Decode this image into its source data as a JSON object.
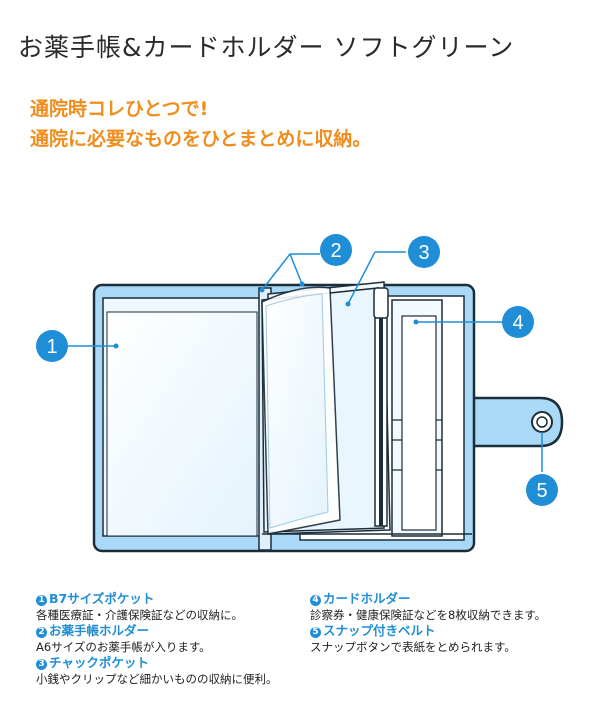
{
  "title": "お薬手帳&カードホルダー ソフトグリーン",
  "tagline": {
    "line1": "通院時コレひとつで!",
    "line2": "通院に必要なものをひとまとめに収納。"
  },
  "colors": {
    "accent_blue": "#1f8ed6",
    "cover_blue": "#a9d9f6",
    "orange": "#f18d1d"
  },
  "callouts": [
    "1",
    "2",
    "3",
    "4",
    "5"
  ],
  "legend": [
    {
      "num": "1",
      "title": "B7サイズポケット",
      "desc": "各種医療証・介護保険証などの収納に。"
    },
    {
      "num": "2",
      "title": "お薬手帳ホルダー",
      "desc": "A6サイズのお薬手帳が入ります。"
    },
    {
      "num": "3",
      "title": "チャックポケット",
      "desc": "小銭やクリップなど細かいものの収納に便利。"
    },
    {
      "num": "4",
      "title": "カードホルダー",
      "desc": "診察券・健康保険証などを8枚収納できます。"
    },
    {
      "num": "5",
      "title": "スナップ付きベルト",
      "desc": "スナップボタンで表紙をとめられます。"
    }
  ]
}
